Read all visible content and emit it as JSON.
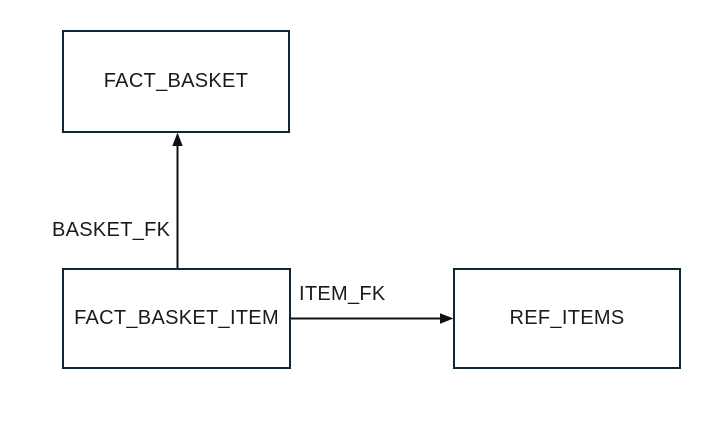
{
  "diagram": {
    "type": "entity-relationship",
    "nodes": [
      {
        "id": "fact_basket",
        "label": "FACT_BASKET"
      },
      {
        "id": "fact_basket_item",
        "label": "FACT_BASKET_ITEM"
      },
      {
        "id": "ref_items",
        "label": "REF_ITEMS"
      }
    ],
    "edges": [
      {
        "from": "fact_basket_item",
        "to": "fact_basket",
        "label": "BASKET_FK",
        "direction": "up"
      },
      {
        "from": "fact_basket_item",
        "to": "ref_items",
        "label": "ITEM_FK",
        "direction": "right"
      }
    ],
    "colors": {
      "background": "#ffffff",
      "box_border": "#0f2733",
      "box_fill": "#ffffff",
      "text": "#1a1a1a",
      "arrow": "#111111"
    }
  }
}
